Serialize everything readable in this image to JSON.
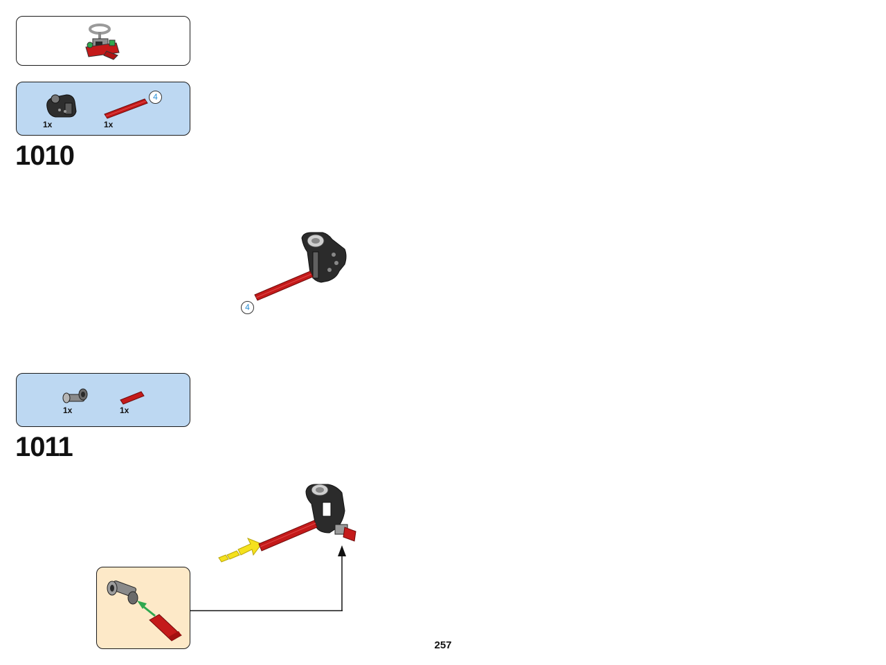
{
  "steps": [
    {
      "number": "1010",
      "parts": [
        {
          "name": "gray-black-axle-connector-part",
          "quantity": "1x"
        },
        {
          "name": "red-axle-part",
          "quantity": "1x",
          "length_callout": "4"
        }
      ],
      "assembly_callout": "4"
    },
    {
      "number": "1011",
      "parts": [
        {
          "name": "gray-pin-connector-part",
          "quantity": "1x"
        },
        {
          "name": "red-short-axle-part",
          "quantity": "1x"
        }
      ]
    }
  ],
  "page_number": "257",
  "colors": {
    "parts_panel": "#bdd8f2",
    "sub_assembly_panel": "#fde9c8",
    "axle_red": "#c41a1a",
    "push_arrow": "#f5e11d",
    "guide_arrow": "#2fa84f"
  }
}
